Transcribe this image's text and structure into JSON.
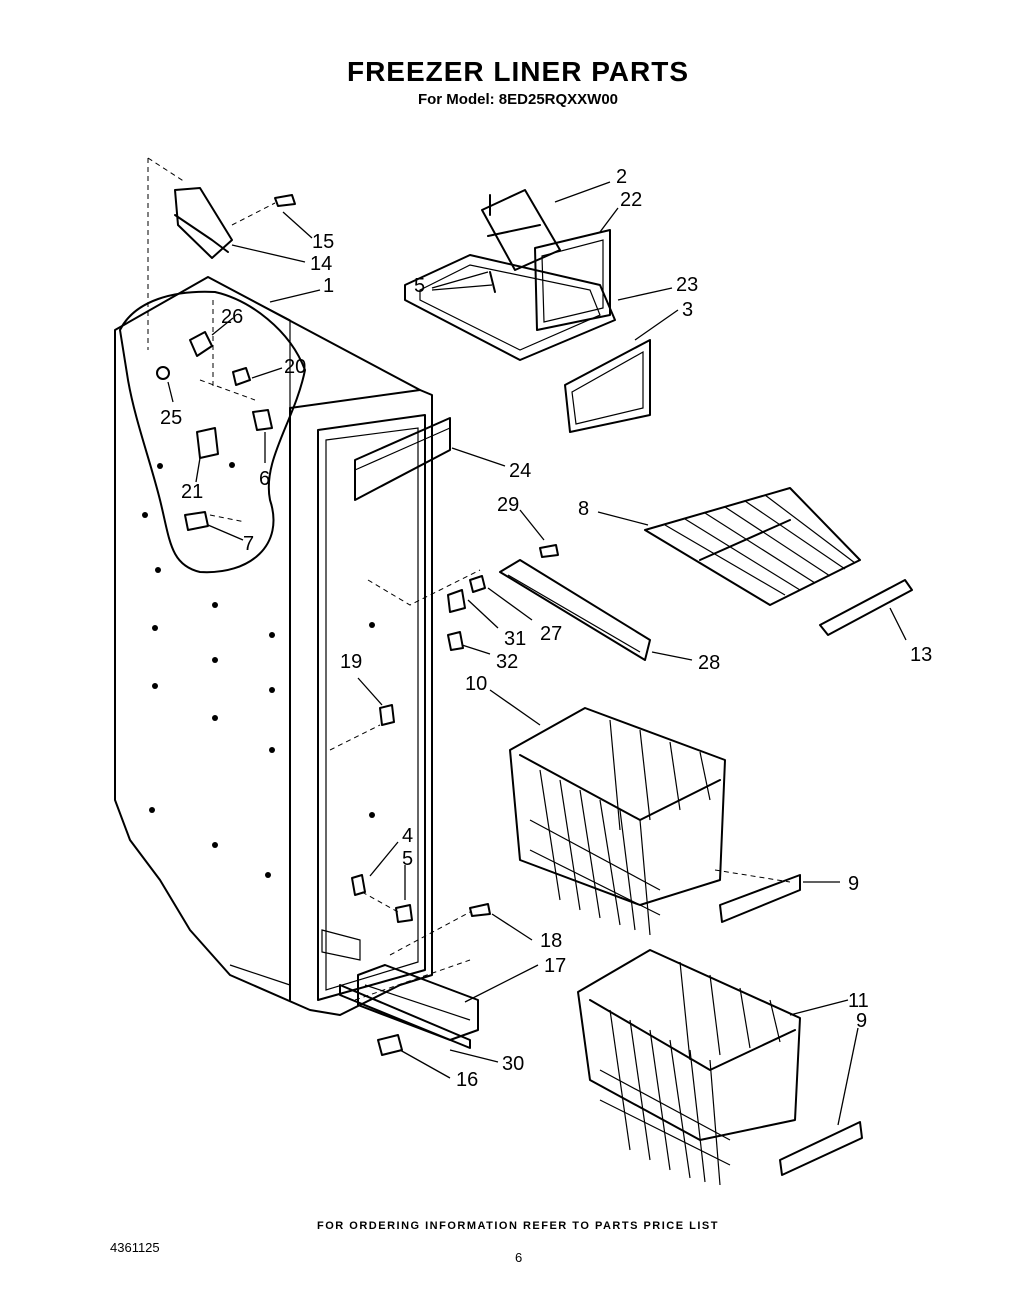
{
  "header": {
    "title": "FREEZER LINER PARTS",
    "subtitle": "For Model: 8ED25RQXXW00"
  },
  "footer": {
    "note": "FOR ORDERING INFORMATION REFER TO PARTS PRICE LIST",
    "doc_number": "4361125",
    "page_number": "6"
  },
  "callouts": {
    "c1": "1",
    "c2": "2",
    "c22": "22",
    "c5a": "5",
    "c23": "23",
    "c3": "3",
    "c15": "15",
    "c14": "14",
    "c26": "26",
    "c20": "20",
    "c25": "25",
    "c6": "6",
    "c21": "21",
    "c7": "7",
    "c24": "24",
    "c29": "29",
    "c8": "8",
    "c31": "31",
    "c27": "27",
    "c32": "32",
    "c28": "28",
    "c13": "13",
    "c10": "10",
    "c19": "19",
    "c4": "4",
    "c5b": "5",
    "c9a": "9",
    "c18": "18",
    "c17": "17",
    "c30": "30",
    "c16": "16",
    "c11": "11",
    "c9b": "9"
  }
}
